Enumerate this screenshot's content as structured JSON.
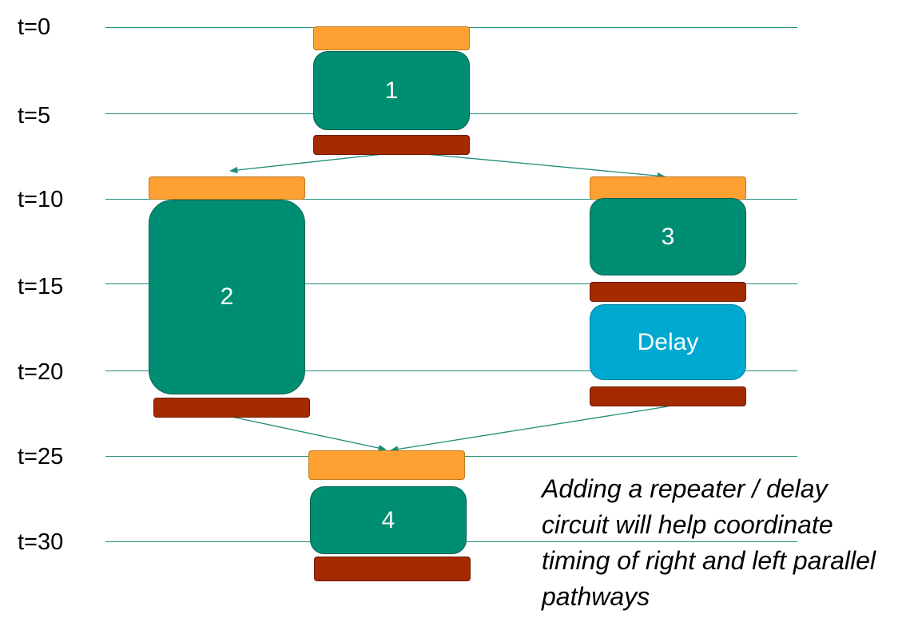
{
  "time_labels": [
    "t=0",
    "t=5",
    "t=10",
    "t=15",
    "t=20",
    "t=25",
    "t=30"
  ],
  "stages": {
    "stage1": "1",
    "stage2": "2",
    "stage3": "3",
    "delay": "Delay",
    "stage4": "4"
  },
  "note": "Adding a repeater / delay circuit will help coordinate timing of right and left parallel pathways",
  "colors": {
    "timeline": "#1e8c78",
    "input_block": "#ffa033",
    "output_block": "#a52a00",
    "stage_block": "#008e73",
    "delay_block": "#00a9d0",
    "arrow": "#1e8c78"
  }
}
